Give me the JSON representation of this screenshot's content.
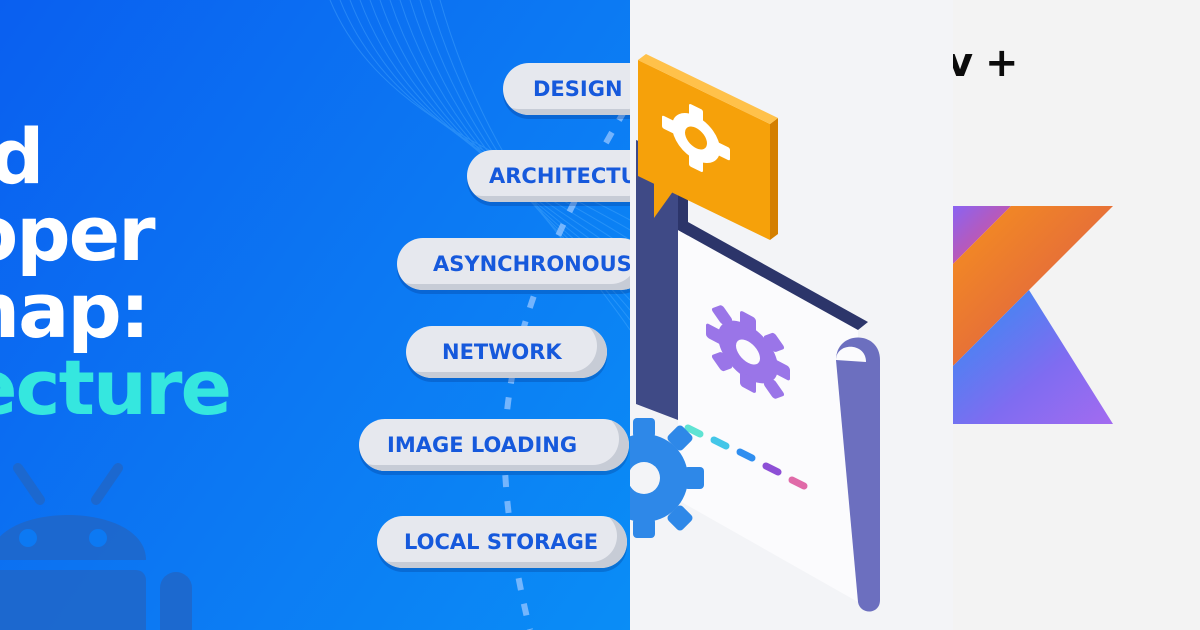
{
  "hero": {
    "title_lines": [
      "id",
      "oper",
      "nap:"
    ],
    "title_accent": "ecture"
  },
  "roadmap": {
    "topics": [
      "DESIGN P",
      "ARCHITECTU",
      "ASYNCHRONOUS",
      "NETWORK",
      "IMAGE LOADING",
      "LOCAL STORAGE"
    ]
  },
  "kotlin": {
    "title": "v +"
  },
  "colors": {
    "blue_background": "#0c79f3",
    "accent_cyan": "#35e7df",
    "pill_text": "#1659dc",
    "orange_card": "#f6a10a",
    "purple_gear": "#9a75e8",
    "kotlin_orange": "#f58a1f",
    "kotlin_purple": "#7f6cf1"
  },
  "icons": {
    "android": "android-robot-icon",
    "settings": "gear-icon",
    "kotlin": "kotlin-logo-icon"
  }
}
